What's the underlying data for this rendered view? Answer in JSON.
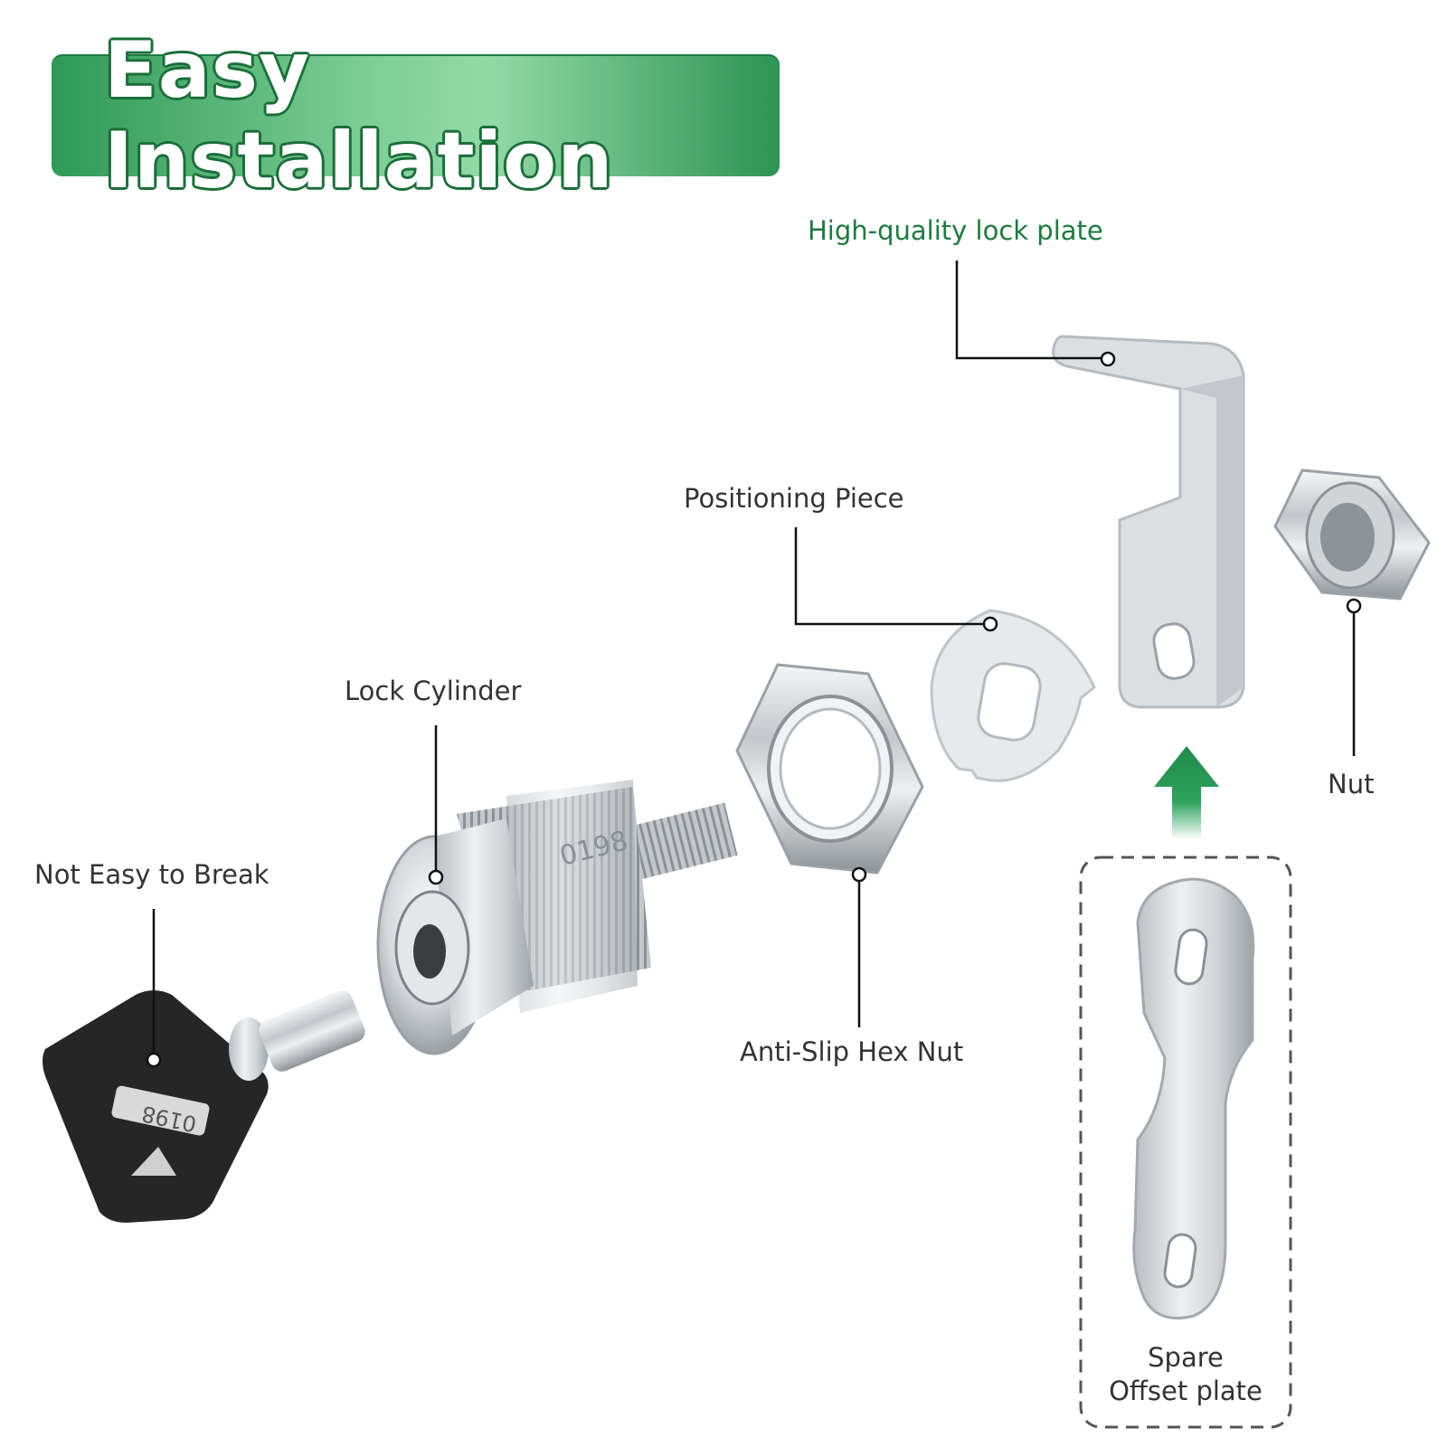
{
  "banner": {
    "title": "Easy Installation"
  },
  "labels": {
    "lock_plate": "High-quality lock plate",
    "positioning_piece": "Positioning Piece",
    "lock_cylinder": "Lock Cylinder",
    "nut": "Nut",
    "not_easy_to_break": "Not Easy to Break",
    "anti_slip_hex_nut": "Anti-Slip Hex Nut",
    "spare_line1": "Spare",
    "spare_line2": "Offset plate"
  },
  "engraving": {
    "cylinder": "0198",
    "key": "0198"
  },
  "colors": {
    "accent_green": "#1e7a3e",
    "banner_green": "#2e9a57",
    "key_black": "#262626",
    "metal": "#c9cdd1"
  }
}
